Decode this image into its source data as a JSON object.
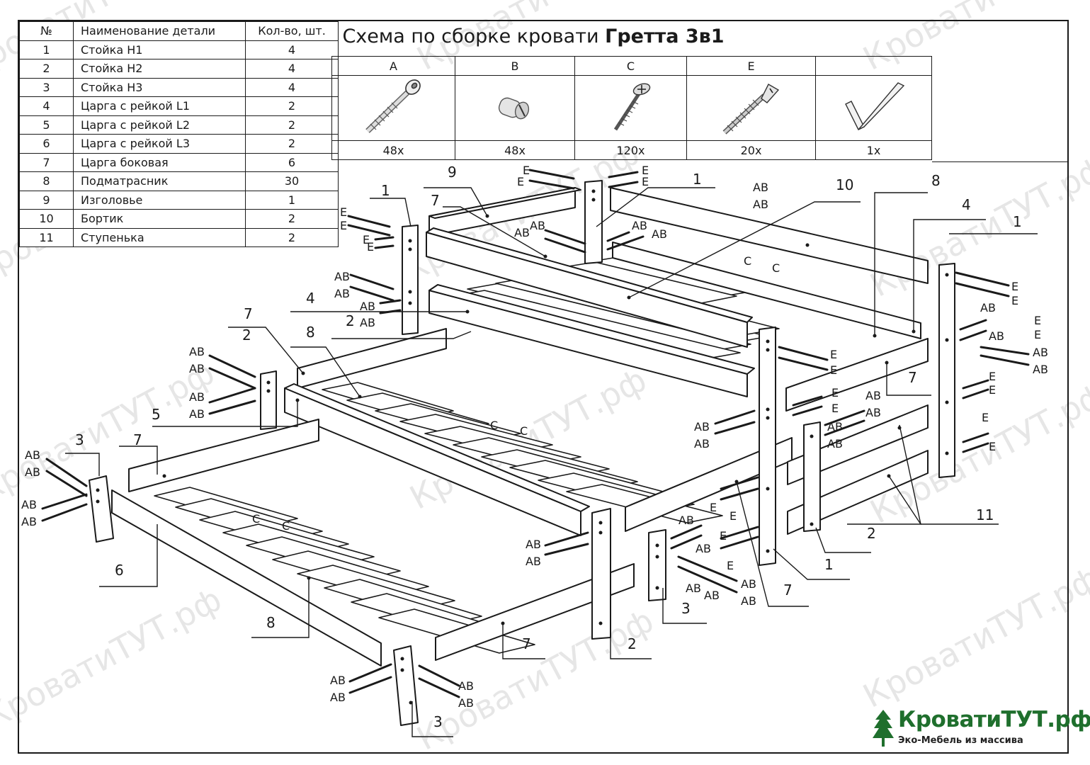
{
  "title": {
    "prefix": "Схема по сборке кровати",
    "model": "Гретта 3в1"
  },
  "parts_table": {
    "headers": [
      "№",
      "Наименование детали",
      "Кол-во, шт."
    ],
    "rows": [
      {
        "no": "1",
        "name": "Стойка Н1",
        "qty": "4"
      },
      {
        "no": "2",
        "name": "Стойка Н2",
        "qty": "4"
      },
      {
        "no": "3",
        "name": "Стойка Н3",
        "qty": "4"
      },
      {
        "no": "4",
        "name": "Царга с рейкой L1",
        "qty": "2"
      },
      {
        "no": "5",
        "name": "Царга с рейкой L2",
        "qty": "2"
      },
      {
        "no": "6",
        "name": "Царга с рейкой L3",
        "qty": "2"
      },
      {
        "no": "7",
        "name": "Царга боковая",
        "qty": "6"
      },
      {
        "no": "8",
        "name": "Подматрасник",
        "qty": "30"
      },
      {
        "no": "9",
        "name": "Изголовье",
        "qty": "1"
      },
      {
        "no": "10",
        "name": "Бортик",
        "qty": "2"
      },
      {
        "no": "11",
        "name": "Ступенька",
        "qty": "2"
      }
    ]
  },
  "hardware": [
    {
      "letter": "A",
      "count": "48x",
      "icon": "confirmat-screw-icon"
    },
    {
      "letter": "B",
      "count": "48x",
      "icon": "barrel-nut-icon"
    },
    {
      "letter": "C",
      "count": "120x",
      "icon": "wood-screw-icon"
    },
    {
      "letter": "E",
      "count": "20x",
      "icon": "euro-screw-icon"
    },
    {
      "letter": "",
      "count": "1x",
      "icon": "hex-key-icon"
    }
  ],
  "drawing": {
    "callouts": [
      {
        "text": "1"
      },
      {
        "text": "1"
      },
      {
        "text": "1"
      },
      {
        "text": "1"
      },
      {
        "text": "2"
      },
      {
        "text": "2"
      },
      {
        "text": "2"
      },
      {
        "text": "2"
      },
      {
        "text": "3"
      },
      {
        "text": "3"
      },
      {
        "text": "3"
      },
      {
        "text": "4"
      },
      {
        "text": "4"
      },
      {
        "text": "5"
      },
      {
        "text": "6"
      },
      {
        "text": "7"
      },
      {
        "text": "7"
      },
      {
        "text": "7"
      },
      {
        "text": "7"
      },
      {
        "text": "7"
      },
      {
        "text": "7"
      },
      {
        "text": "7"
      },
      {
        "text": "8"
      },
      {
        "text": "8"
      },
      {
        "text": "8"
      },
      {
        "text": "9"
      },
      {
        "text": "10"
      },
      {
        "text": "11"
      }
    ],
    "fastener_labels": {
      "ab": "АВ",
      "e": "E",
      "c": "C"
    }
  },
  "watermark": "КроватиТУТ.рф",
  "logo": {
    "name": "КроватиТУТ.рф",
    "tagline": "Эко-Мебель из массива",
    "color": "#1f6f2d"
  }
}
